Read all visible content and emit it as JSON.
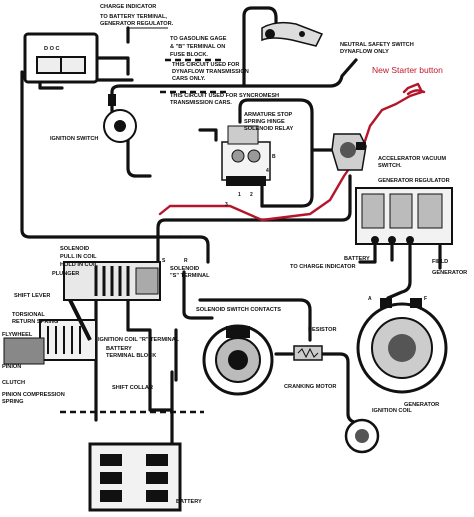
{
  "labels": {
    "charge_indicator": "CHARGE INDICATOR",
    "to_battery_terminal": "TO BATTERY TERMINAL,",
    "generator_regulator_a": "GENERATOR REGULATOR.",
    "to_gasoline_gage": "TO GASOLINE GAGE",
    "terminal_on_fuse_block": "& \"B\" TERMINAL ON",
    "fuse_block": "FUSE BLOCK.",
    "circuit_dynaflow_a": "THIS CIRCUIT USED FOR",
    "circuit_dynaflow_b": "DYNAFLOW TRANSMISSION",
    "circuit_dynaflow_c": "CARS ONLY.",
    "circuit_syncromesh_a": "THIS CIRCUIT USED FOR SYNCROMESH",
    "circuit_syncromesh_b": "TRANSMISSION CARS.",
    "neutral_safety_a": "NEUTRAL SAFETY SWITCH",
    "neutral_safety_b": "DYNAFLOW ONLY",
    "new_starter_button": "New Starter button",
    "ignition_switch": "IGNITION SWITCH",
    "armature_stop_a": "ARMATURE STOP",
    "armature_stop_b": "SPRING HINGE",
    "solenoid_relay": "SOLENOID RELAY",
    "accel_vacuum_a": "ACCELERATOR VACUUM",
    "accel_vacuum_b": "SWITCH.",
    "generator_regulator_b": "GENERATOR REGULATOR",
    "battery_mid": "BATTERY",
    "to_charge_indicator": "TO CHARGE INDICATOR",
    "field": "FIELD",
    "generator_terminal": "GENERATOR",
    "solenoid": "SOLENOID",
    "pull_in_coil": "PULL IN COIL",
    "hold_in_coil": "HOLD IN COIL",
    "plunger": "PLUNGER",
    "solenoid_s_a": "SOLENOID",
    "solenoid_s_b": "\"S\" TERMINAL",
    "shift_lever": "SHIFT LEVER",
    "torsional_a": "TORSIONAL",
    "torsional_b": "RETURN SPRING",
    "flywheel": "FLYWHEEL",
    "pinion": "PINION",
    "clutch": "CLUTCH",
    "pinion_comp_a": "PINION COMPRESSION",
    "pinion_comp_b": "SPRING",
    "switch_contacts": "SOLENOID SWITCH CONTACTS",
    "ign_coil_r": "IGNITION COIL \"R\" TERMINAL",
    "battery_terminal_a": "BATTERY",
    "battery_terminal_b": "TERMINAL BLOCK",
    "shift_collar": "SHIFT COLLAR",
    "resistor": "RESISTOR",
    "cranking_motor": "CRANKING MOTOR",
    "generator": "GENERATOR",
    "ignition_coil": "IGNITION COIL",
    "battery_bottom": "BATTERY",
    "gauge_letters": "D O C",
    "term_a": "A",
    "term_b": "B",
    "term_f": "F",
    "term_s": "S",
    "term_r": "R",
    "term_num_1": "1",
    "term_num_2": "2",
    "term_num_3": "3",
    "term_num_4": "4"
  },
  "colors": {
    "wire": "#111111",
    "annotation": "#c0172b"
  }
}
